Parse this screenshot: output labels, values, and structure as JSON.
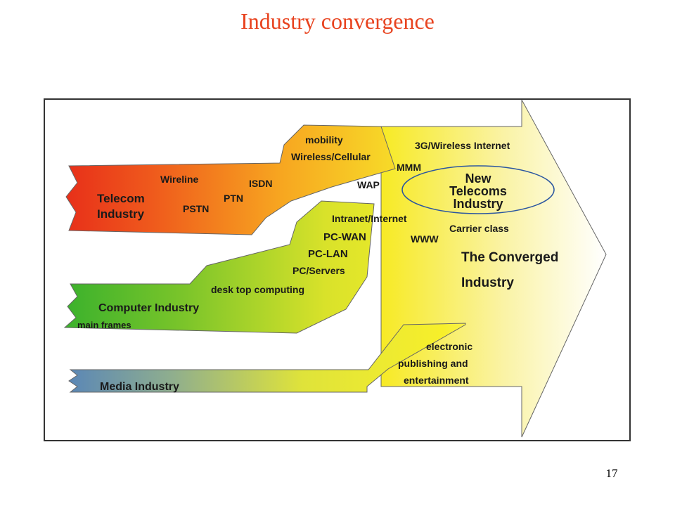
{
  "slide": {
    "title": "Industry convergence",
    "page_number": "17"
  },
  "colors": {
    "title": "#e8431f",
    "telecom": "#e8311a",
    "computer": "#3db22c",
    "media": "#5b87b6",
    "converged": "#f7ef2a",
    "text": "#1a1a1a"
  },
  "diagram": {
    "telecom_industry": [
      "Telecom",
      "Industry"
    ],
    "computer_industry": "Computer Industry",
    "media_industry": "Media Industry",
    "telecom_terms": {
      "wireline": "Wireline",
      "pstn": "PSTN",
      "ptn": "PTN",
      "isdn": "ISDN",
      "mobility": "mobility",
      "wireless_cellular": "Wireless/Cellular",
      "wap": "WAP",
      "wireless_internet": "3G/Wireless Internet",
      "mmm": "MMM"
    },
    "new_telecoms": [
      "New",
      "Telecoms",
      "Industry"
    ],
    "computer_terms": {
      "main_frames": "main frames",
      "desk_top_computing": "desk top computing",
      "pc_servers": "PC/Servers",
      "pc_lan": "PC-LAN",
      "pc_wan": "PC-WAN",
      "intranet_internet": "Intranet/Internet",
      "www": "WWW",
      "carrier_class": "Carrier class"
    },
    "converged_industry": [
      "The Converged",
      "Industry"
    ],
    "media_terms": [
      "electronic",
      "publishing and",
      "entertainment"
    ]
  }
}
